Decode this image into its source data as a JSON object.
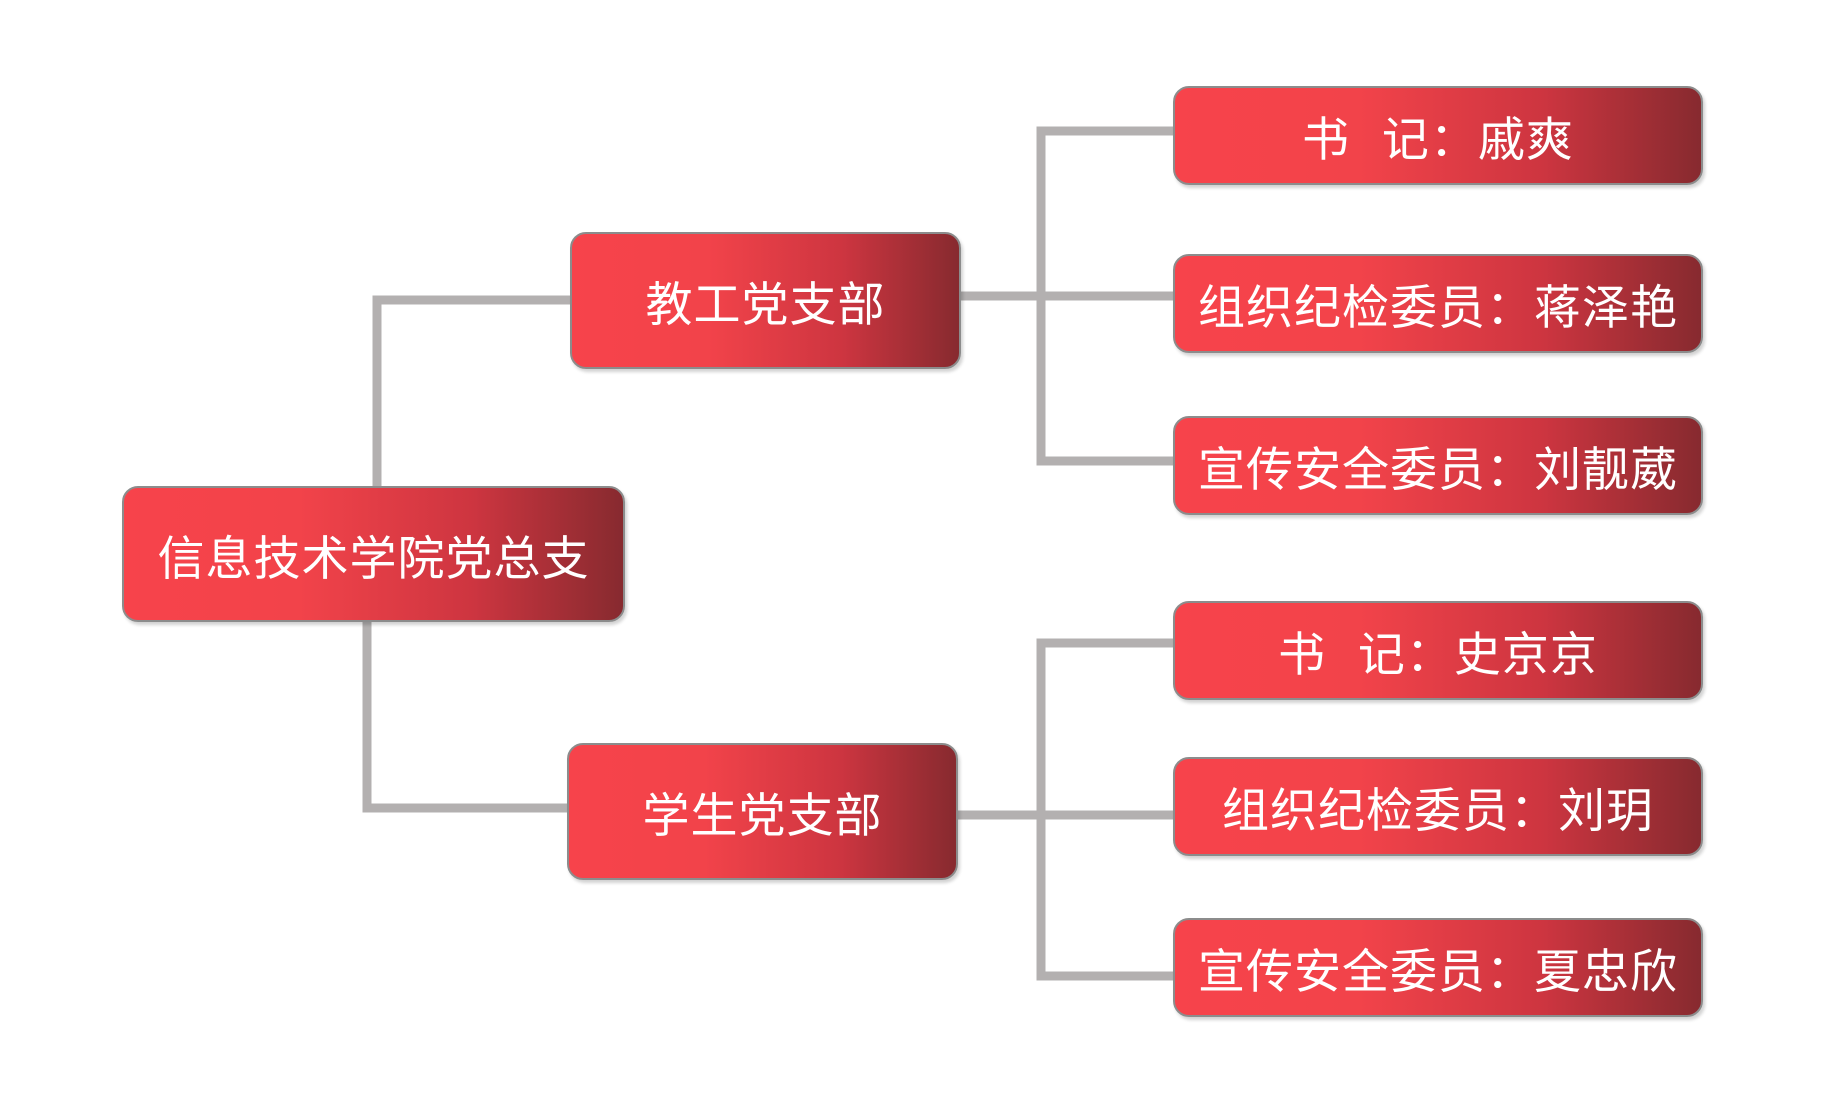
{
  "root": {
    "label": "信息技术学院党总支"
  },
  "branches": [
    {
      "label": "教工党支部",
      "members": [
        "书  记：戚爽",
        "组织纪检委员：蒋泽艳",
        "宣传安全委员：刘靓葳"
      ]
    },
    {
      "label": "学生党支部",
      "members": [
        "书  记：史京京",
        "组织纪检委员：刘玥",
        "宣传安全委员：夏忠欣"
      ]
    }
  ],
  "colors": {
    "node_gradient_start": "#f7434b",
    "node_gradient_end": "#872a2f",
    "node_text": "#ffffff",
    "connector": "#b3b0b0",
    "node_border": "#8c8c8c"
  }
}
